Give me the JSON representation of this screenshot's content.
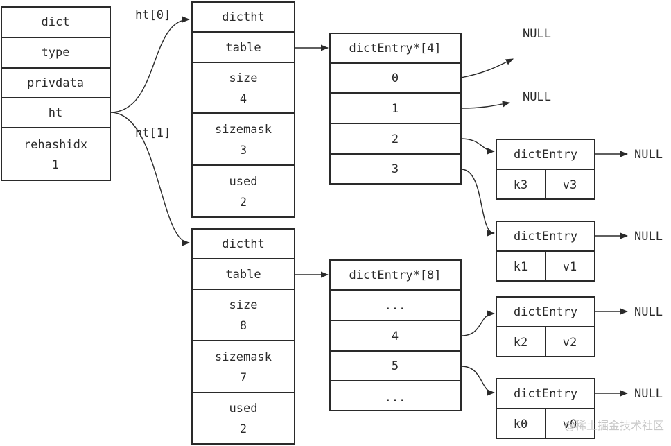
{
  "dict": {
    "fields": [
      "dict",
      "type",
      "privdata",
      "ht"
    ],
    "rehashidx_label": "rehashidx",
    "rehashidx_value": "1"
  },
  "pointers": {
    "ht0": "ht[0]",
    "ht1": "ht[1]"
  },
  "ht0": {
    "header": "dictht",
    "table_label": "table",
    "size_label": "size",
    "size_value": "4",
    "sizemask_label": "sizemask",
    "sizemask_value": "3",
    "used_label": "used",
    "used_value": "2"
  },
  "ht1": {
    "header": "dictht",
    "table_label": "table",
    "size_label": "size",
    "size_value": "8",
    "sizemask_label": "sizemask",
    "sizemask_value": "7",
    "used_label": "used",
    "used_value": "2"
  },
  "table0": {
    "header": "dictEntry*[4]",
    "slots": [
      "0",
      "1",
      "2",
      "3"
    ]
  },
  "table1": {
    "header": "dictEntry*[8]",
    "slots": [
      "...",
      "4",
      "5",
      "..."
    ]
  },
  "null_label": "NULL",
  "entries": [
    {
      "header": "dictEntry",
      "key": "k3",
      "value": "v3"
    },
    {
      "header": "dictEntry",
      "key": "k1",
      "value": "v1"
    },
    {
      "header": "dictEntry",
      "key": "k2",
      "value": "v2"
    },
    {
      "header": "dictEntry",
      "key": "k0",
      "value": "v0"
    }
  ],
  "watermark": "@稀土掘金技术社区"
}
